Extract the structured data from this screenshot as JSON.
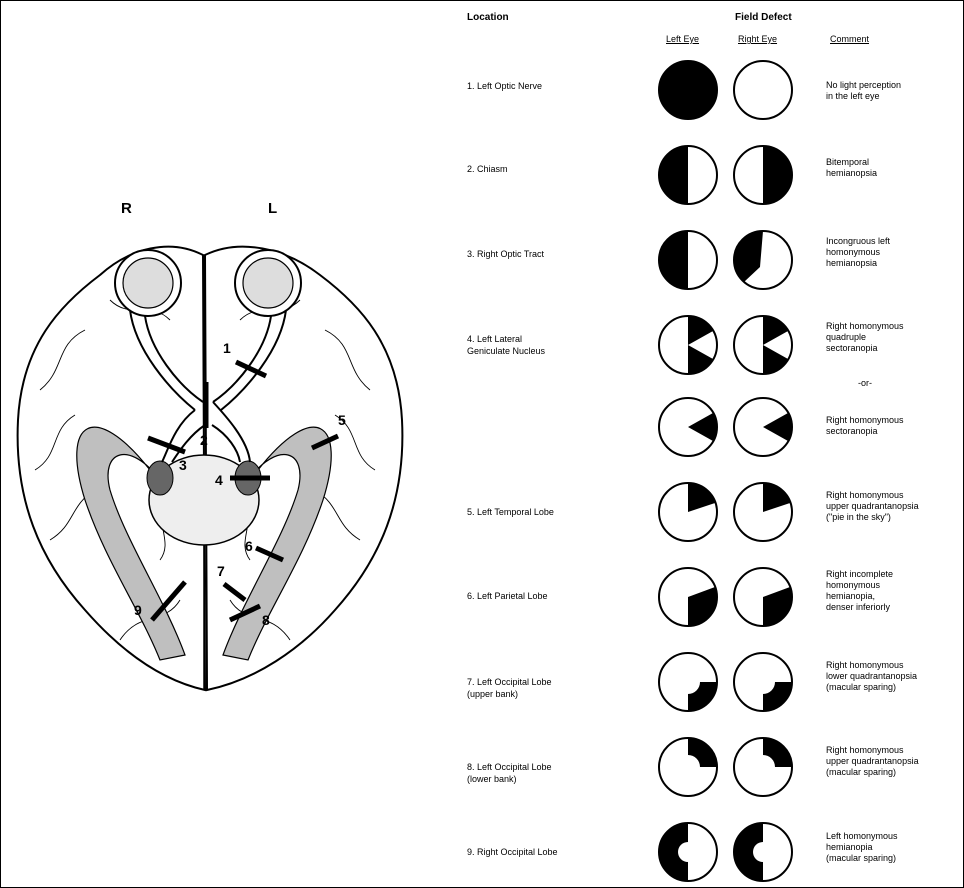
{
  "header": {
    "location": "Location",
    "field_defect": "Field Defect",
    "left_eye": "Left Eye",
    "right_eye": "Right Eye",
    "comment": "Comment"
  },
  "brain": {
    "side_right": "R",
    "side_left": "L",
    "lesion_numbers": [
      "1",
      "2",
      "3",
      "4",
      "5",
      "6",
      "7",
      "8",
      "9"
    ]
  },
  "rows": [
    {
      "location": "1. Left Optic Nerve",
      "comment": "No light perception\n  in the left eye",
      "left": "full",
      "right": "none"
    },
    {
      "location": "2. Chiasm",
      "comment": "Bitemporal\n   hemianopsia",
      "left": "left-half",
      "right": "right-half"
    },
    {
      "location": "3. Right Optic Tract",
      "comment": "Incongruous left\n   homonymous\n   hemianopsia",
      "left": "left-half",
      "right": "left-incongruous"
    },
    {
      "location": "4. Left Lateral\n   Geniculate Nucleus",
      "comment": "Right homonymous\n    quadruple\n    sectoranopia",
      "left": "quadruple-sectors",
      "right": "quadruple-sectors"
    },
    {
      "location": "",
      "comment": "-or-",
      "left": "",
      "right": ""
    },
    {
      "location": "",
      "comment": "Right homonymous\n    sectoranopia",
      "left": "right-sector",
      "right": "right-sector"
    },
    {
      "location": "5. Left Temporal Lobe",
      "comment": "Right homonymous\n   upper quadrantanopsia\n   (\"pie in the sky\")",
      "left": "upper-right-pie",
      "right": "upper-right-pie"
    },
    {
      "location": "6. Left Parietal Lobe",
      "comment": "Right incomplete\n   homonymous\n   hemianopia,\n   denser inferiorly",
      "left": "lower-right-incomplete",
      "right": "lower-right-incomplete"
    },
    {
      "location": "7. Left Occipital Lobe\n   (upper bank)",
      "comment": "Right homonymous\n   lower quadrantanopsia\n   (macular sparing)",
      "left": "lower-right-macular",
      "right": "lower-right-macular"
    },
    {
      "location": "8. Left Occipital Lobe\n   (lower bank)",
      "comment": "Right homonymous\n   upper quadrantanopsia\n   (macular sparing)",
      "left": "upper-right-macular",
      "right": "upper-right-macular"
    },
    {
      "location": "9. Right Occipital Lobe",
      "comment": "Left homonymous\n   hemianopia\n   (macular sparing)",
      "left": "left-half-macular",
      "right": "left-half-macular"
    }
  ]
}
